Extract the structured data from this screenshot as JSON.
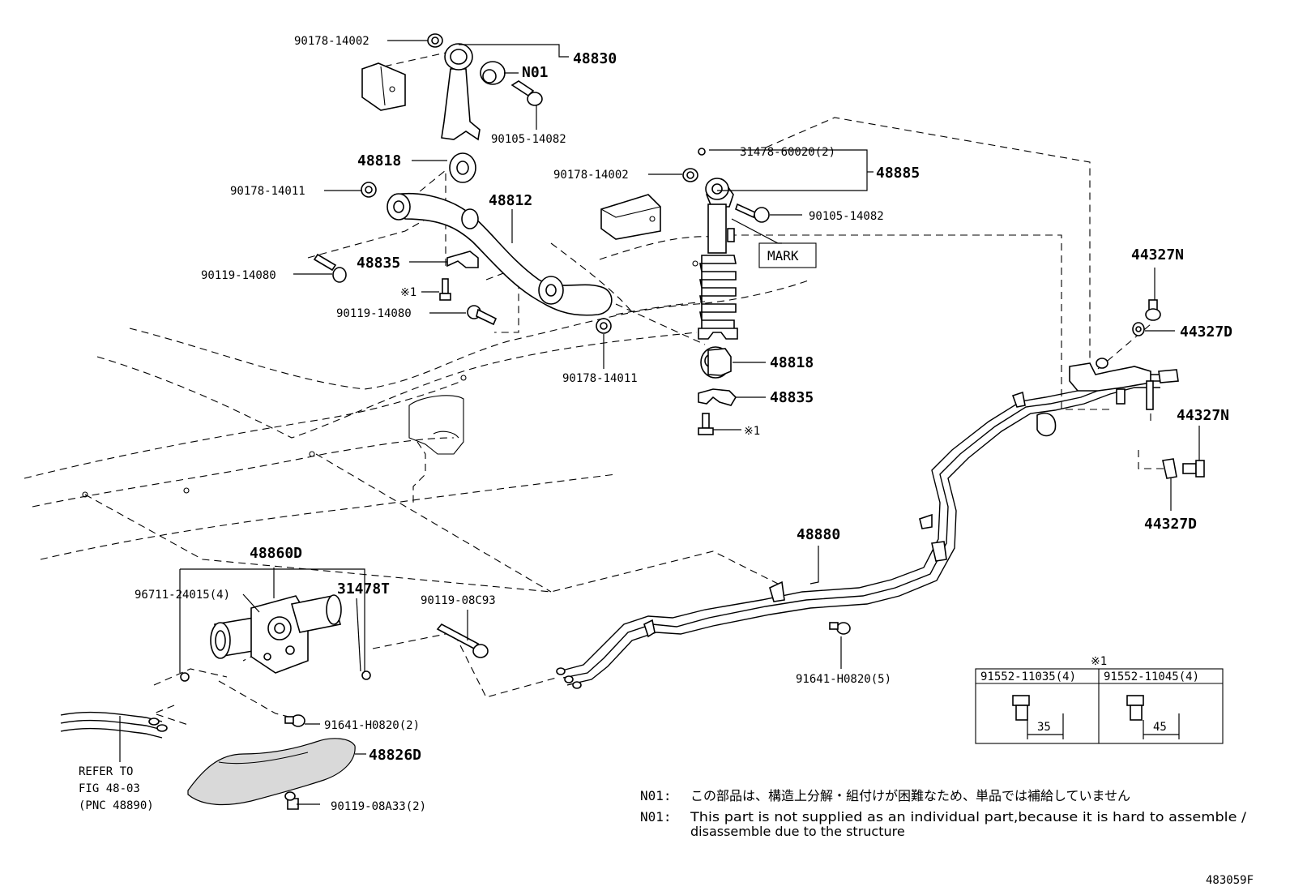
{
  "diagram_id": "483059F",
  "labels": {
    "p90178_14002_top": "90178-14002",
    "p48830": "48830",
    "pN01": "N01",
    "p90105_14082_top": "90105-14082",
    "p48818_top": "48818",
    "p90178_14011_left": "90178-14011",
    "p48812": "48812",
    "p48835_top": "48835",
    "p90119_14080_left": "90119-14080",
    "p_star1_mid": "※1",
    "p90119_14080_mid": "90119-14080",
    "p90178_14011_mid": "90178-14011",
    "p31478_60020": "31478-60020(2)",
    "p90178_14002_right": "90178-14002",
    "p48885": "48885",
    "p90105_14082_right": "90105-14082",
    "mark": "MARK",
    "p48818_right": "48818",
    "p48835_right": "48835",
    "p_star1_right": "※1",
    "p44327N_top": "44327N",
    "p44327D_top": "44327D",
    "p44327N_bottom": "44327N",
    "p44327D_bottom": "44327D",
    "p48880": "48880",
    "p48860D": "48860D",
    "p96711_24015": "96711-24015(4)",
    "p31478T": "31478T",
    "p90119_08C93": "90119-08C93",
    "p91641_H0820_5": "91641-H0820(5)",
    "p91641_H0820_2": "91641-H0820(2)",
    "p48826D": "48826D",
    "p90119_08A33": "90119-08A33(2)",
    "refer_line1": "REFER TO",
    "refer_line2": "FIG 48-03",
    "refer_line3": "(PNC 48890)"
  },
  "bolt_table": {
    "marker": "※1",
    "columns": [
      {
        "part": "91552-11035(4)",
        "length": "35"
      },
      {
        "part": "91552-11045(4)",
        "length": "45"
      }
    ]
  },
  "notes": [
    {
      "code": "N01:",
      "text": "この部品は、構造上分解・組付けが困難なため、単品では補給していません"
    },
    {
      "code": "N01:",
      "text": "This part is not supplied as an individual part,because it is hard to assemble /",
      "text2": "disassemble due to the structure"
    }
  ]
}
